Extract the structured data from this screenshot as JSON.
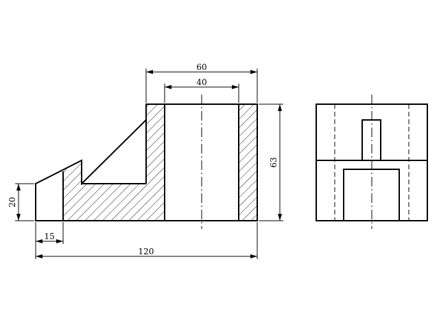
{
  "drawing": {
    "dimensions": {
      "overall_width_top": "60",
      "bore_width": "40",
      "height_right": "63",
      "height_left": "20",
      "step_width": "15",
      "overall_length": "120"
    }
  }
}
